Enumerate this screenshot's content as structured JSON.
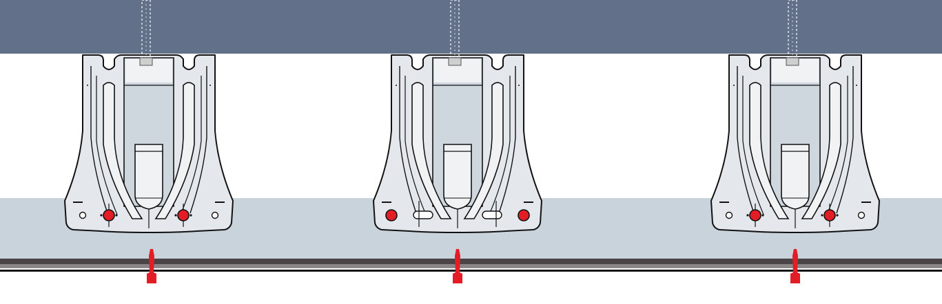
{
  "diagram": {
    "colors": {
      "top_beam": "#62708a",
      "background": "#ffffff",
      "floor_plate": "#c8d3dc",
      "floor_stripe_dark": "#4a4447",
      "floor_stripe_mid": "#8c8587",
      "bracket_fill": "#e4e8ec",
      "bracket_fill_light": "#f0f2f4",
      "bracket_inner": "#cfd7de",
      "outline": "#111111",
      "fastener_red": "#e31d25",
      "dowel_grey": "#cfcfcf"
    },
    "brackets": [
      {
        "id": "bracket-left",
        "slot_style": "holes"
      },
      {
        "id": "bracket-center",
        "slot_style": "slots"
      },
      {
        "id": "bracket-right",
        "slot_style": "holes"
      }
    ],
    "dowels": [
      {
        "id": "dowel-left"
      },
      {
        "id": "dowel-center"
      },
      {
        "id": "dowel-right"
      }
    ],
    "anchors": [
      {
        "id": "anchor-left"
      },
      {
        "id": "anchor-center"
      },
      {
        "id": "anchor-right"
      }
    ]
  }
}
